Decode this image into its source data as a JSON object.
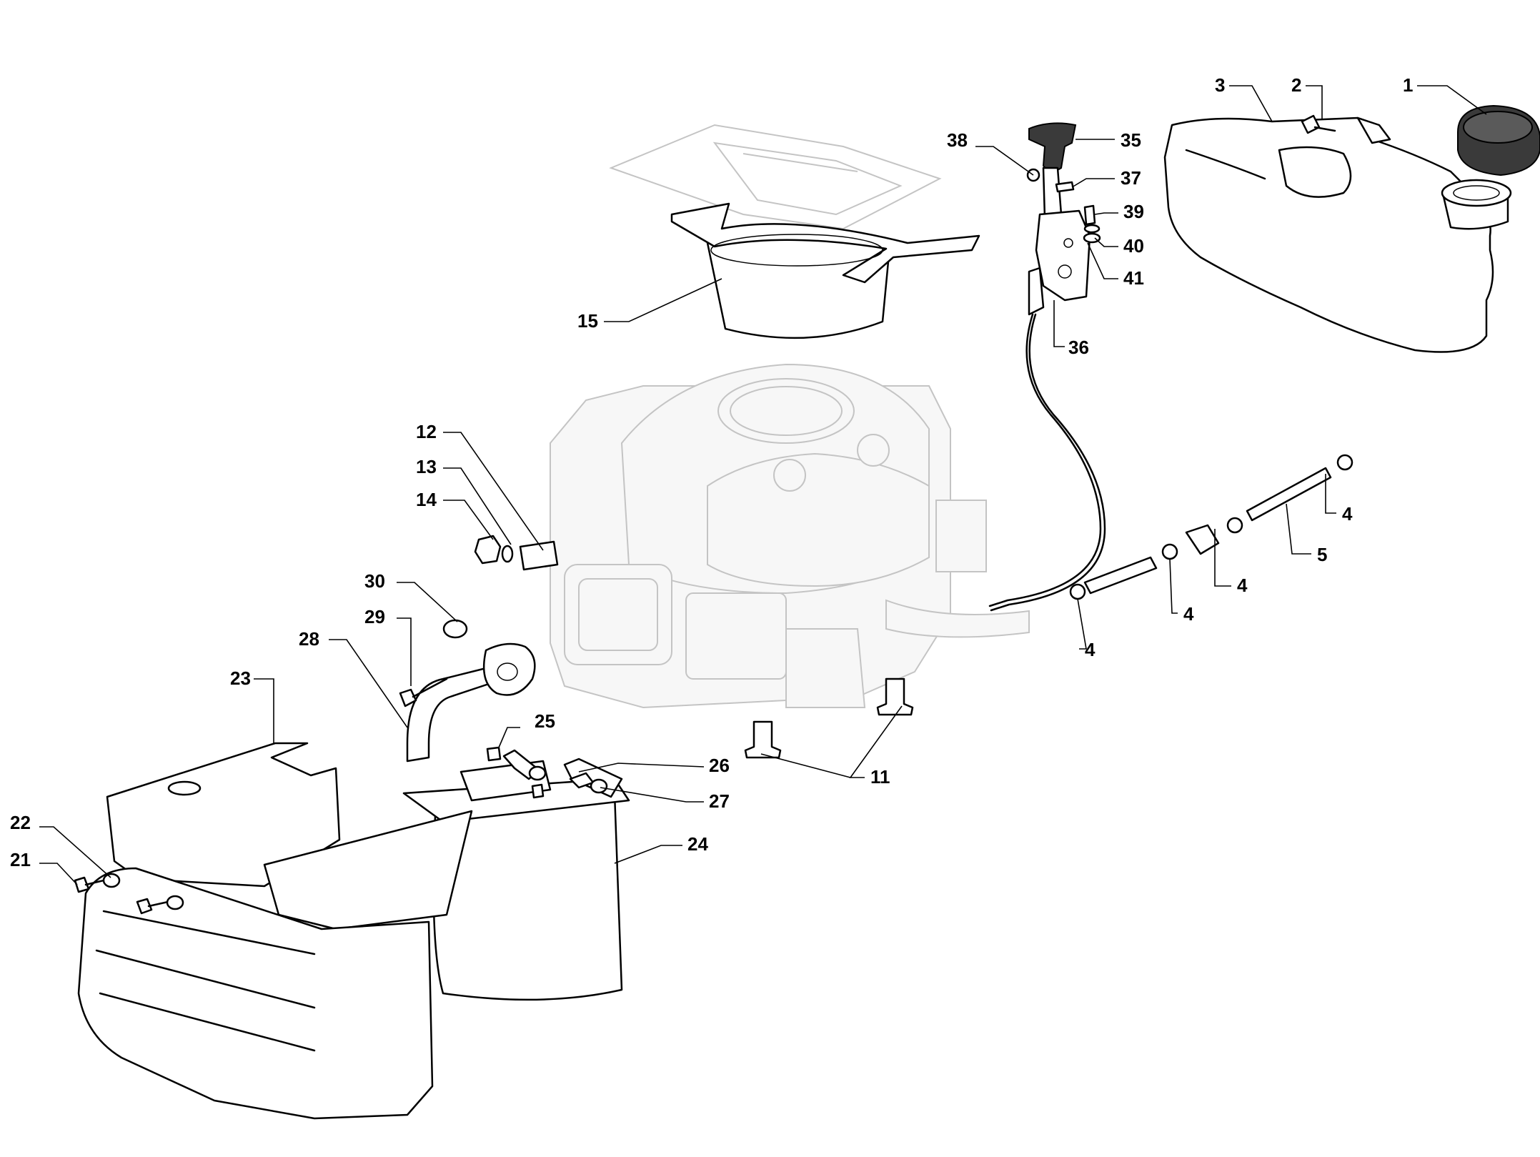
{
  "diagram": {
    "callouts": {
      "c1": "1",
      "c2": "2",
      "c3": "3",
      "c4a": "4",
      "c4b": "4",
      "c4c": "4",
      "c4d": "4",
      "c5": "5",
      "c11": "11",
      "c12": "12",
      "c13": "13",
      "c14": "14",
      "c15": "15",
      "c21": "21",
      "c22": "22",
      "c23": "23",
      "c24": "24",
      "c25": "25",
      "c26": "26",
      "c27": "27",
      "c28": "28",
      "c29": "29",
      "c30": "30",
      "c35": "35",
      "c36": "36",
      "c37": "37",
      "c38": "38",
      "c39": "39",
      "c40": "40",
      "c41": "41"
    }
  }
}
